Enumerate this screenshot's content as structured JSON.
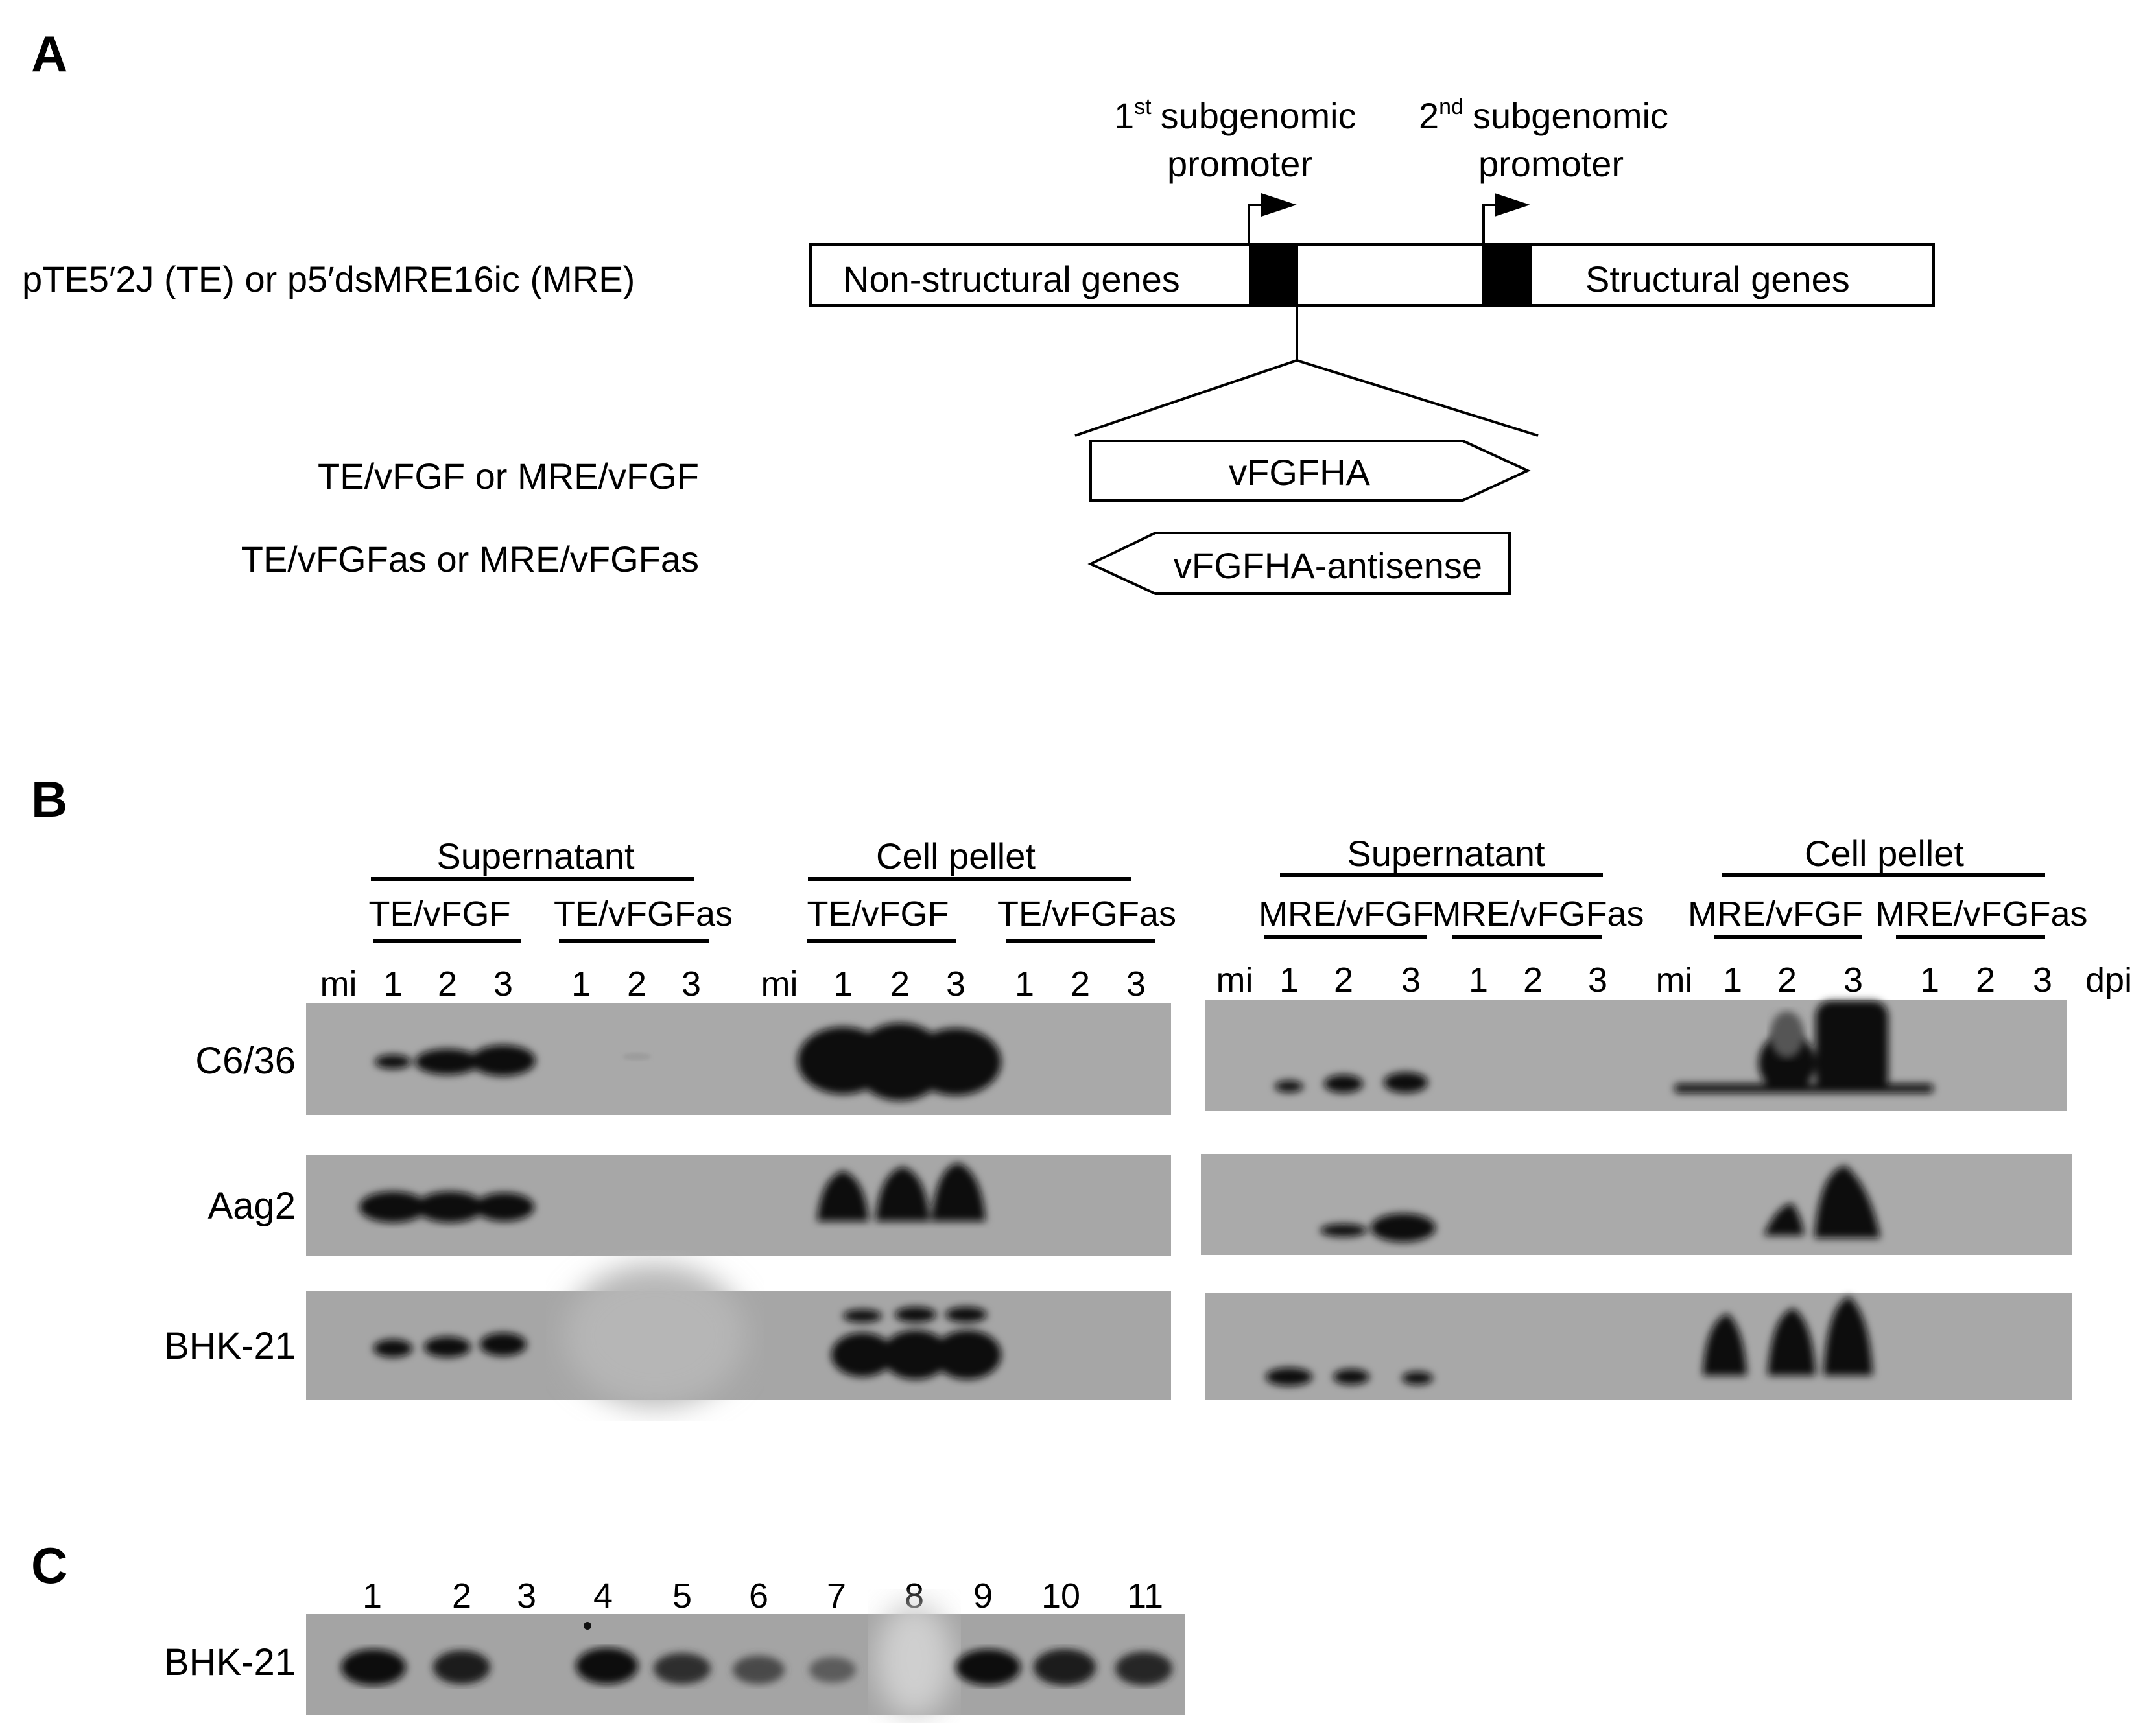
{
  "panels": {
    "a": "A",
    "b": "B",
    "c": "C"
  },
  "panel_a": {
    "construct_label": "pTE5′2J (TE) or p5′dsMRE16ic (MRE)",
    "nonstructural": "Non-structural genes",
    "structural": "Structural genes",
    "promoter1": {
      "num": "1",
      "sup": "st",
      "line1": "subgenomic",
      "line2": "promoter"
    },
    "promoter2": {
      "num": "2",
      "sup": "nd",
      "line1": "subgenomic",
      "line2": "promoter"
    },
    "sense_label": "TE/vFGF or MRE/vFGF",
    "antisense_label": "TE/vFGFas or MRE/vFGFas",
    "sense_insert": "vFGFHA",
    "antisense_insert": "vFGFHA-antisense"
  },
  "panel_b": {
    "fractions": [
      "Supernatant",
      "Cell pellet",
      "Supernatant",
      "Cell pellet"
    ],
    "constructs": [
      "TE/vFGF",
      "TE/vFGFas",
      "TE/vFGF",
      "TE/vFGFas",
      "MRE/vFGF",
      "MRE/vFGFas",
      "MRE/vFGF",
      "MRE/vFGFas"
    ],
    "lanes": [
      "mi",
      "1",
      "2",
      "3",
      "1",
      "2",
      "3",
      "mi",
      "1",
      "2",
      "3",
      "1",
      "2",
      "3"
    ],
    "dpi": "dpi",
    "rows": [
      "C6/36",
      "Aag2",
      "BHK-21"
    ],
    "band_intensity_note": ""
  },
  "panel_c": {
    "row": "BHK-21",
    "lanes": [
      "1",
      "2",
      "3",
      "4",
      "5",
      "6",
      "7",
      "8",
      "9",
      "10",
      "11"
    ]
  }
}
